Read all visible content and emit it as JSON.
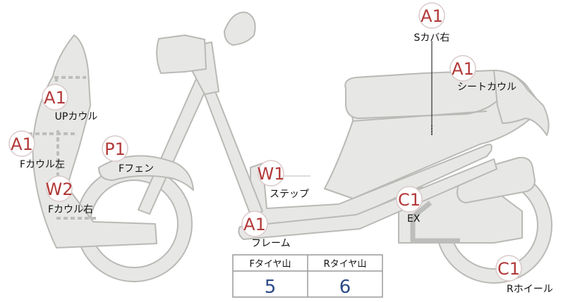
{
  "colors": {
    "body_fill": "#e7e7e5",
    "body_stroke": "#b9b9b6",
    "badge_text": "#b23838",
    "badge_ring": "#d9c9c9",
    "tread_value": "#2b4a86",
    "table_border": "#9a9a9a"
  },
  "markers": [
    {
      "code": "A1",
      "label": "Sカバ右"
    },
    {
      "code": "A1",
      "label": "シートカウル"
    },
    {
      "code": "A1",
      "label": "UPカウル"
    },
    {
      "code": "A1",
      "label": "Fカウル左"
    },
    {
      "code": "P1",
      "label": "Fフェン"
    },
    {
      "code": "W1",
      "label": "ステップ"
    },
    {
      "code": "W2",
      "label": "Fカウル右"
    },
    {
      "code": "C1",
      "label": "EX"
    },
    {
      "code": "A1",
      "label": "フレーム"
    },
    {
      "code": "C1",
      "label": "Rホイール"
    }
  ],
  "tread_table": {
    "headers": [
      "Fタイヤ山",
      "Rタイヤ山"
    ],
    "values": [
      "5",
      "6"
    ]
  }
}
